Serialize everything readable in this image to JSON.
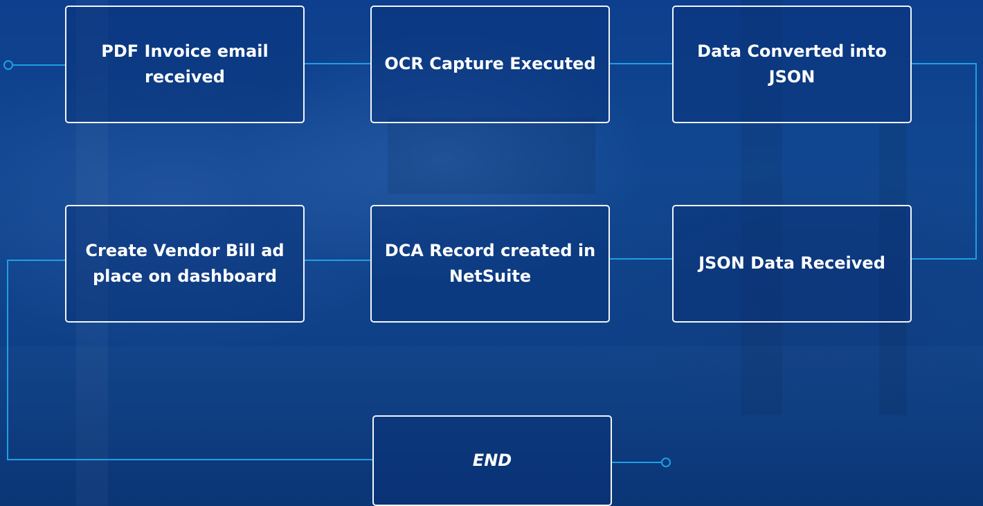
{
  "colors": {
    "background": "#0f4289",
    "connector": "#1ea0e6",
    "box_border": "#f3f6fb",
    "text": "#ffffff"
  },
  "flow": {
    "steps": [
      {
        "id": "pdf-invoice",
        "label": "PDF Invoice email received"
      },
      {
        "id": "ocr-capture",
        "label": "OCR Capture Executed"
      },
      {
        "id": "data-converted",
        "label": "Data Converted into JSON"
      },
      {
        "id": "json-received",
        "label": "JSON Data Received"
      },
      {
        "id": "dca-record",
        "label": "DCA Record created in NetSuite"
      },
      {
        "id": "create-vendor-bill",
        "label": "Create Vendor Bill ad place on dashboard"
      },
      {
        "id": "end",
        "label": "END"
      }
    ],
    "connections": [
      [
        "pdf-invoice",
        "ocr-capture"
      ],
      [
        "ocr-capture",
        "data-converted"
      ],
      [
        "data-converted",
        "json-received"
      ],
      [
        "json-received",
        "dca-record"
      ],
      [
        "dca-record",
        "create-vendor-bill"
      ],
      [
        "create-vendor-bill",
        "end"
      ]
    ]
  }
}
